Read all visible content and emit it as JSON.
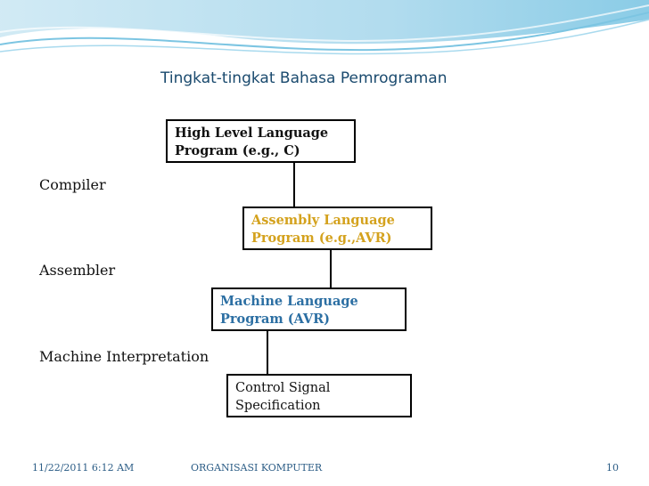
{
  "slide": {
    "title": "Tingkat-tingkat Bahasa Pemrograman",
    "boxes": [
      {
        "line1": "High Level Language",
        "line2": "Program (e.g., C)"
      },
      {
        "line1": "Assembly Language",
        "line2": "Program (e.g.,AVR)"
      },
      {
        "line1": "Machine Language",
        "line2": "Program (AVR)"
      },
      {
        "line1": "Control Signal",
        "line2": "Specification"
      }
    ],
    "steps": [
      "Compiler",
      "Assembler",
      "Machine Interpretation"
    ],
    "colors": {
      "assembly": "#d4a21e",
      "machine": "#2c6fa3",
      "title": "#1a4a6e"
    }
  },
  "footer": {
    "date": "11/22/2011 6:12 AM",
    "course": "ORGANISASI KOMPUTER",
    "page": "10"
  }
}
